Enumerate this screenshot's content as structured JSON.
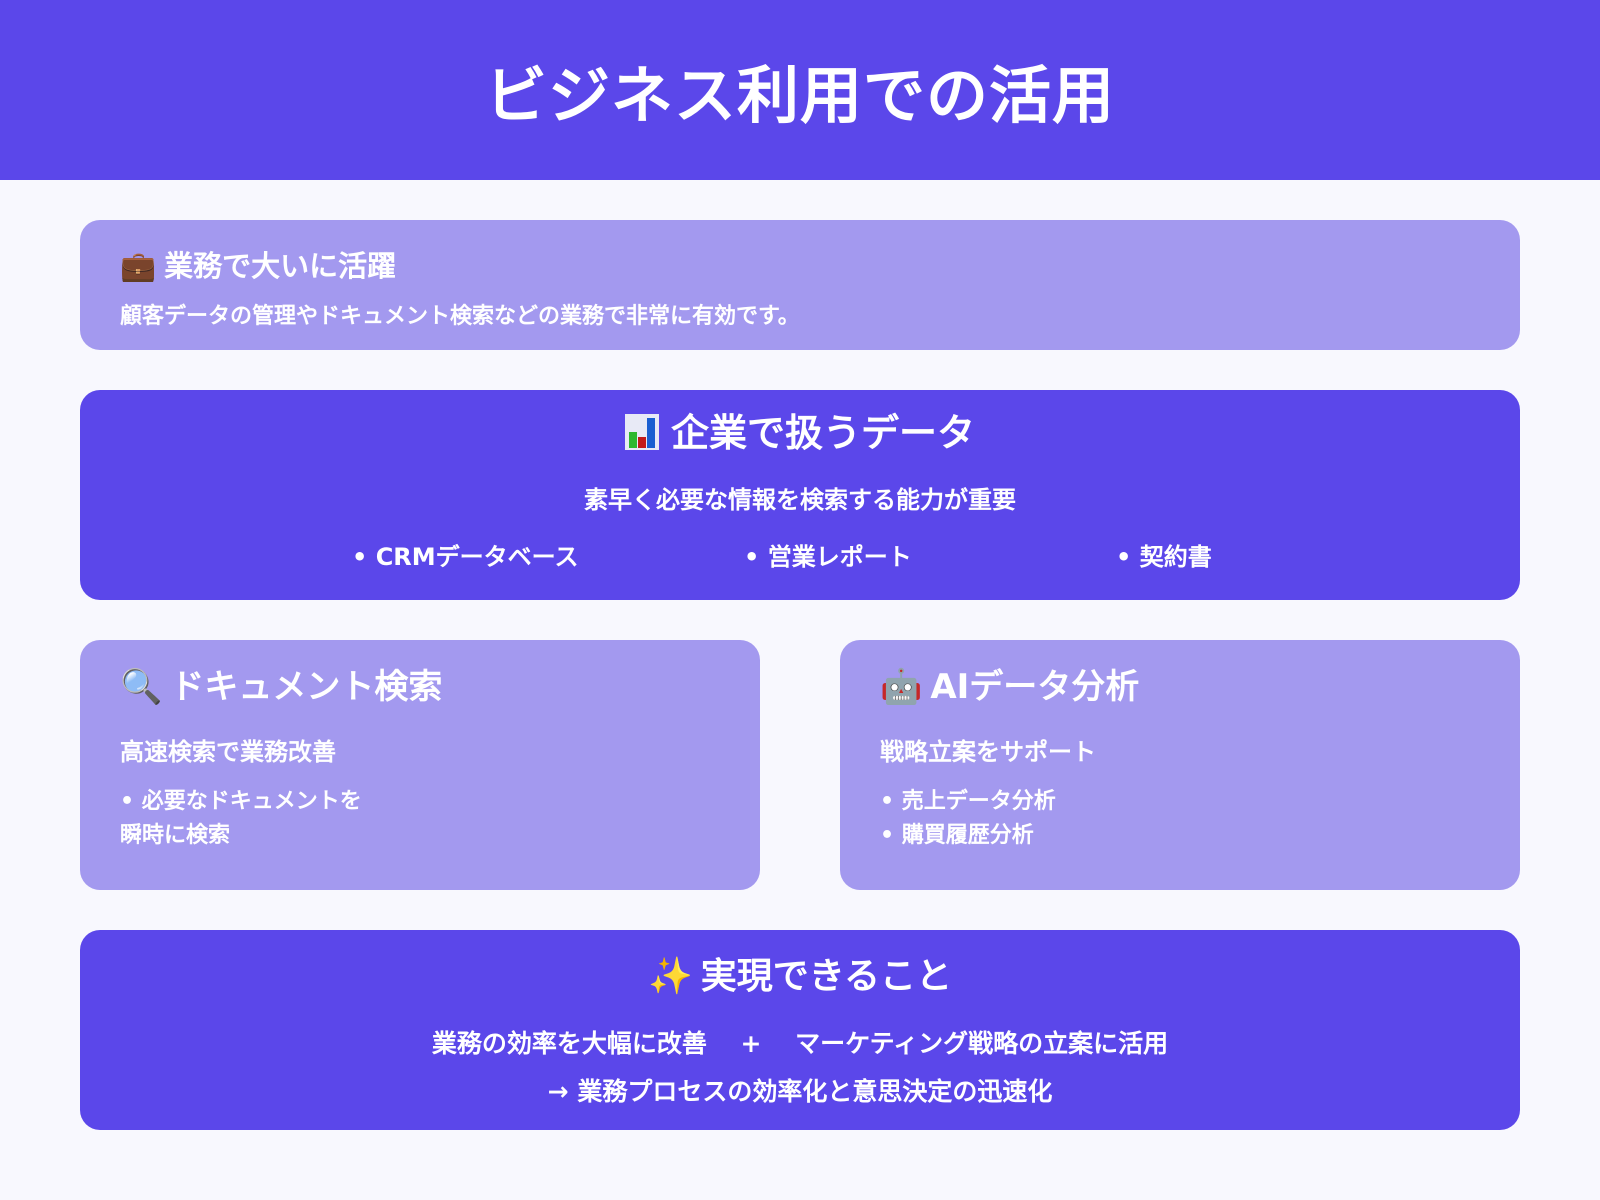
{
  "header": {
    "title": "ビジネス利用での活用"
  },
  "card_business": {
    "icon": "💼",
    "title": "業務で大いに活躍",
    "description": "顧客データの管理やドキュメント検索などの業務で非常に有効です。"
  },
  "card_data": {
    "icon": "📊",
    "title": "企業で扱うデータ",
    "subtitle": "素早く必要な情報を検索する能力が重要",
    "items": [
      "• CRMデータベース",
      "• 営業レポート",
      "• 契約書"
    ]
  },
  "card_search": {
    "icon": "🔍",
    "title": "ドキュメント検索",
    "subtitle": "高速検索で業務改善",
    "list": [
      "• 必要なドキュメントを",
      "瞬時に検索"
    ]
  },
  "card_ai": {
    "icon": "🤖",
    "title": "AIデータ分析",
    "subtitle": "戦略立案をサポート",
    "list": [
      "• 売上データ分析",
      "• 購買履歴分析"
    ]
  },
  "card_result": {
    "icon": "✨",
    "title": "実現できること",
    "line1": "業務の効率を大幅に改善　 +　 マーケティング戦略の立案に活用",
    "line2": "→ 業務プロセスの効率化と意思決定の迅速化"
  },
  "colors": {
    "primary": "#5b47ea",
    "light": "#a399ef",
    "background": "#f8f8fe",
    "text": "#ffffff"
  }
}
